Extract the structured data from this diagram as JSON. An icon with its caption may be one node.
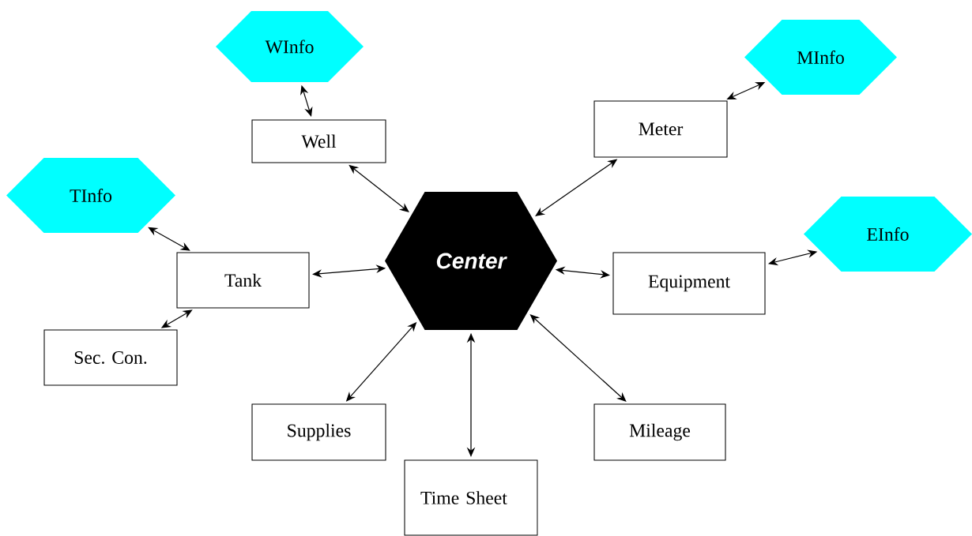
{
  "diagram": {
    "nodes": [
      {
        "text": [
          "WInfo"
        ]
      },
      {
        "text": [
          "MInfo"
        ]
      },
      {
        "text": [
          "Well"
        ]
      },
      {
        "text": [
          "Meter"
        ]
      },
      {
        "text": [
          "TInfo"
        ]
      },
      {
        "text": [
          "Center"
        ]
      },
      {
        "text": [
          "EInfo"
        ]
      },
      {
        "text": [
          "Tank"
        ]
      },
      {
        "text": [
          "Equipment"
        ]
      },
      {
        "text": [
          "Sec. Con."
        ]
      },
      {
        "text": [
          "Supplies"
        ]
      },
      {
        "text": [
          "Mileage"
        ]
      },
      {
        "text": [
          "Time Sheet"
        ]
      }
    ],
    "edges": [
      {
        "from": 0,
        "to": 2,
        "arrow": "both"
      },
      {
        "from": 3,
        "to": 1,
        "arrow": "both"
      },
      {
        "from": 2,
        "to": 5,
        "arrow": "both"
      },
      {
        "from": 3,
        "to": 5,
        "arrow": "both"
      },
      {
        "from": 4,
        "to": 7,
        "arrow": "both"
      },
      {
        "from": 7,
        "to": 5,
        "arrow": "both"
      },
      {
        "from": 8,
        "to": 6,
        "arrow": "both"
      },
      {
        "from": 5,
        "to": 8,
        "arrow": "both"
      },
      {
        "from": 7,
        "to": 9,
        "arrow": "both"
      },
      {
        "from": 10,
        "to": 5,
        "arrow": "both"
      },
      {
        "from": 12,
        "to": 5,
        "arrow": "both"
      },
      {
        "from": 11,
        "to": 5,
        "arrow": "both"
      }
    ]
  }
}
